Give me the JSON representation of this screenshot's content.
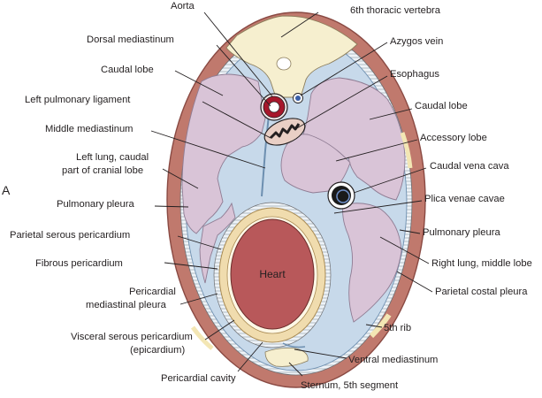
{
  "panel_letter": "A",
  "colors": {
    "body_wall": "#c0796d",
    "body_wall_stroke": "#8a4a43",
    "cavity_lining": "#c7d9ea",
    "lung": "#d9c4d7",
    "lung_stroke": "#8f7c93",
    "vertebra": "#f6efcf",
    "heart": "#b8585a",
    "pericardium": "#f0dcae",
    "aorta_red": "#a7172b",
    "vein_blue": "#3a5fa8"
  },
  "structures": {
    "heart": "Heart"
  },
  "labels": {
    "aorta": "Aorta",
    "thoracic_vertebra": "6th thoracic vertebra",
    "dorsal_mediastinum": "Dorsal mediastinum",
    "azygos_vein": "Azygos vein",
    "caudal_lobe_left": "Caudal lobe",
    "esophagus": "Esophagus",
    "left_pulmonary_ligament": "Left pulmonary ligament",
    "caudal_lobe_right": "Caudal lobe",
    "middle_mediastinum": "Middle mediastinum",
    "accessory_lobe": "Accessory lobe",
    "left_lung_line1": "Left lung, caudal",
    "left_lung_line2": "part of cranial lobe",
    "caudal_vena_cava": "Caudal vena cava",
    "pulmonary_pleura_left": "Pulmonary pleura",
    "plica_venae_cavae": "Plica venae cavae",
    "parietal_serous_pericardium": "Parietal serous pericardium",
    "pulmonary_pleura_right": "Pulmonary pleura",
    "fibrous_pericardium": "Fibrous pericardium",
    "right_lung_middle_lobe": "Right lung, middle lobe",
    "pericardial_mediastinal_line1": "Pericardial",
    "pericardial_mediastinal_line2": "mediastinal pleura",
    "parietal_costal_pleura": "Parietal costal pleura",
    "fifth_rib": "5th rib",
    "visceral_line1": "Visceral serous pericardium",
    "visceral_line2": "(epicardium)",
    "ventral_mediastinum": "Ventral mediastinum",
    "pericardial_cavity": "Pericardial cavity",
    "sternum": "Sternum, 5th segment"
  }
}
